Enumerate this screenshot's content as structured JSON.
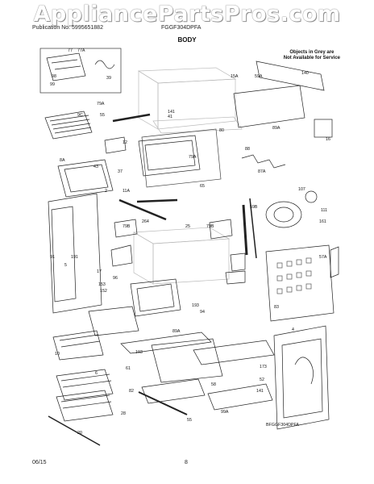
{
  "watermark": "AppliancePartsPros.com",
  "header": {
    "publication": "Publication No: 5995651882",
    "model": "FGGF304DPFA"
  },
  "section_title": "BODY",
  "note_line1": "Objects in Grey are",
  "note_line2": "Not Available for Service",
  "diagram_code": "BFGGF304DPFA",
  "footer": {
    "date": "06/15",
    "page": "8"
  },
  "callouts": [
    "77",
    "77A",
    "98",
    "99",
    "39",
    "79A",
    "140",
    "15A",
    "59A",
    "9C",
    "55",
    "41",
    "141",
    "80",
    "89A",
    "16",
    "12",
    "79A",
    "88",
    "87A",
    "8A",
    "43",
    "37",
    "11A",
    "65",
    "107",
    "111",
    "161",
    "2",
    "264",
    "25",
    "79B",
    "79B",
    "59B",
    "91",
    "5",
    "57A",
    "191",
    "17",
    "96",
    "153",
    "152",
    "193",
    "94",
    "10",
    "89A",
    "83",
    "4",
    "6",
    "193",
    "61",
    "173",
    "52",
    "58",
    "82",
    "20",
    "55",
    "99A",
    "141",
    "28"
  ]
}
